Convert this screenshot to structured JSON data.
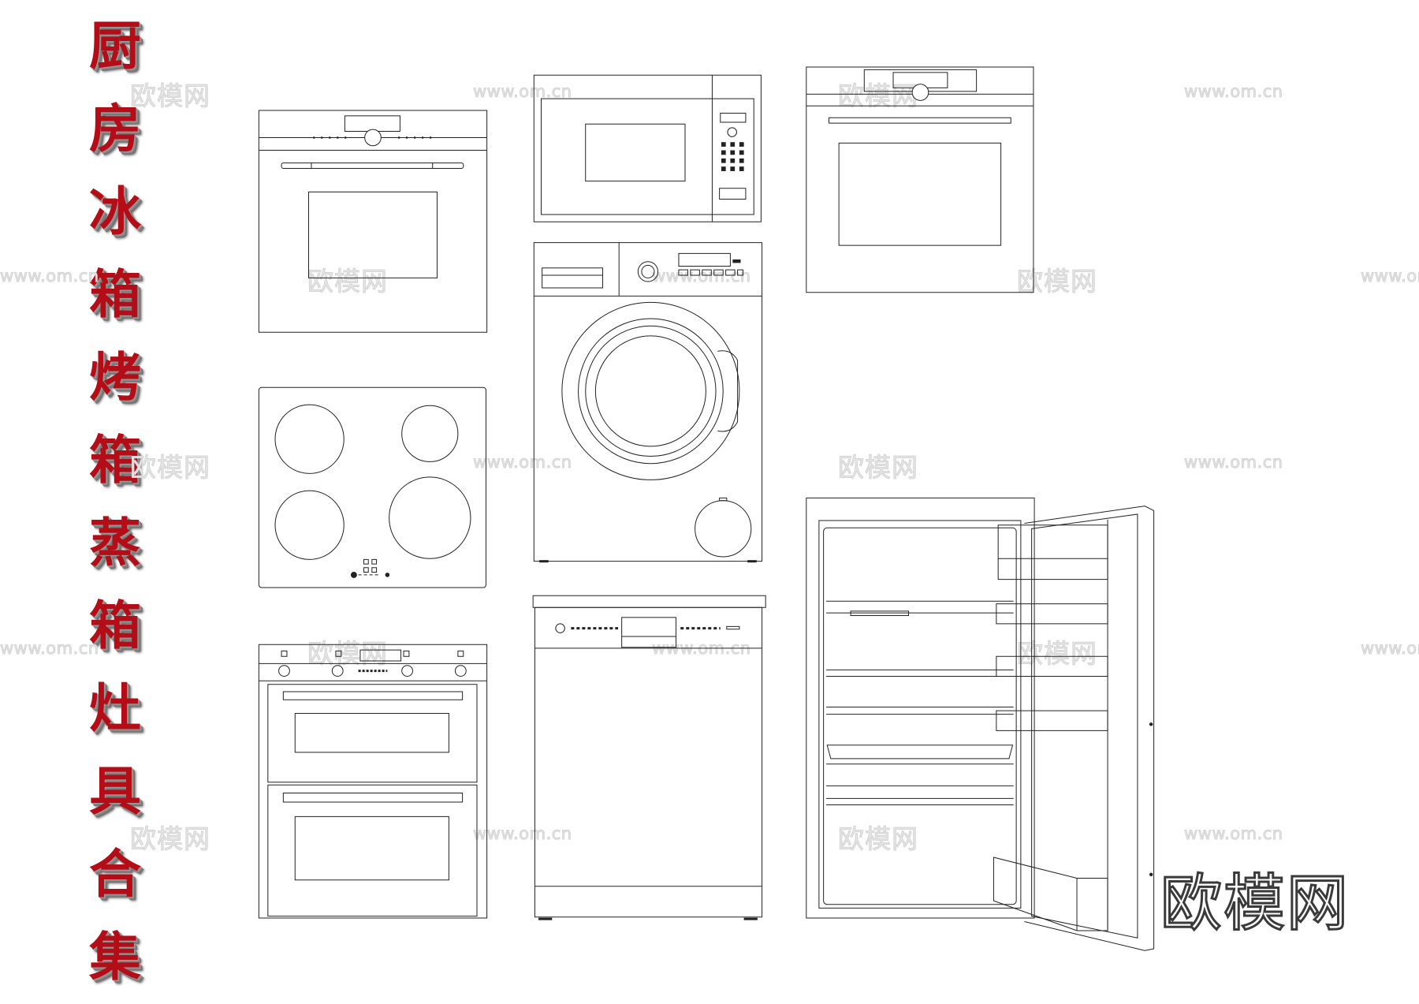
{
  "title": {
    "characters": [
      "厨",
      "房",
      "冰",
      "箱",
      "烤",
      "箱",
      "蒸",
      "箱",
      "灶",
      "具",
      "合",
      "集"
    ],
    "color": "#b30d17"
  },
  "watermarks": {
    "brand_text": "欧模网",
    "url_text": "www.om.cn"
  },
  "brand_logo": "欧模网",
  "appliances": [
    {
      "name": "built-in-oven-top-left"
    },
    {
      "name": "built-in-microwave"
    },
    {
      "name": "built-in-oven-top-right"
    },
    {
      "name": "front-load-washing-machine"
    },
    {
      "name": "induction-hob"
    },
    {
      "name": "double-oven"
    },
    {
      "name": "dishwasher"
    },
    {
      "name": "refrigerator-open-door"
    }
  ]
}
